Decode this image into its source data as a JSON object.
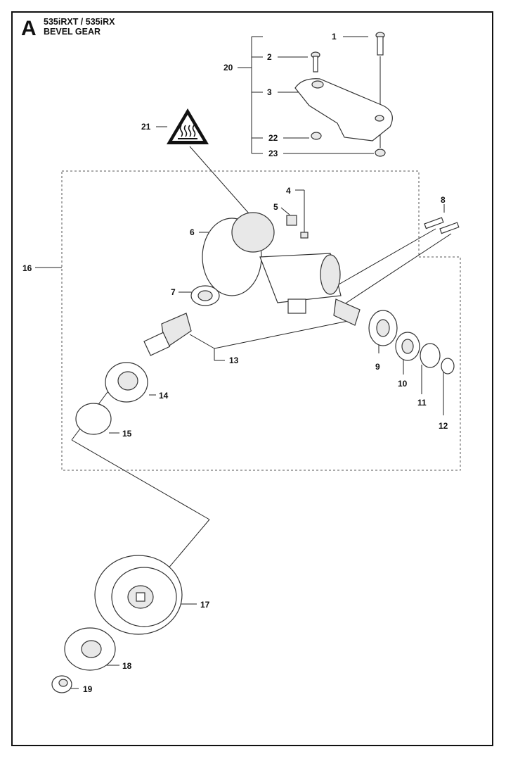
{
  "header": {
    "section_letter": "A",
    "model": "535iRXT / 535iRX",
    "title": "BEVEL GEAR"
  },
  "callouts": [
    "1",
    "2",
    "3",
    "4",
    "5",
    "6",
    "7",
    "8",
    "9",
    "10",
    "11",
    "12",
    "13",
    "14",
    "15",
    "16",
    "17",
    "18",
    "19",
    "20",
    "21",
    "22",
    "23"
  ],
  "icons": {
    "warning": "hot-surface-warning-icon"
  }
}
